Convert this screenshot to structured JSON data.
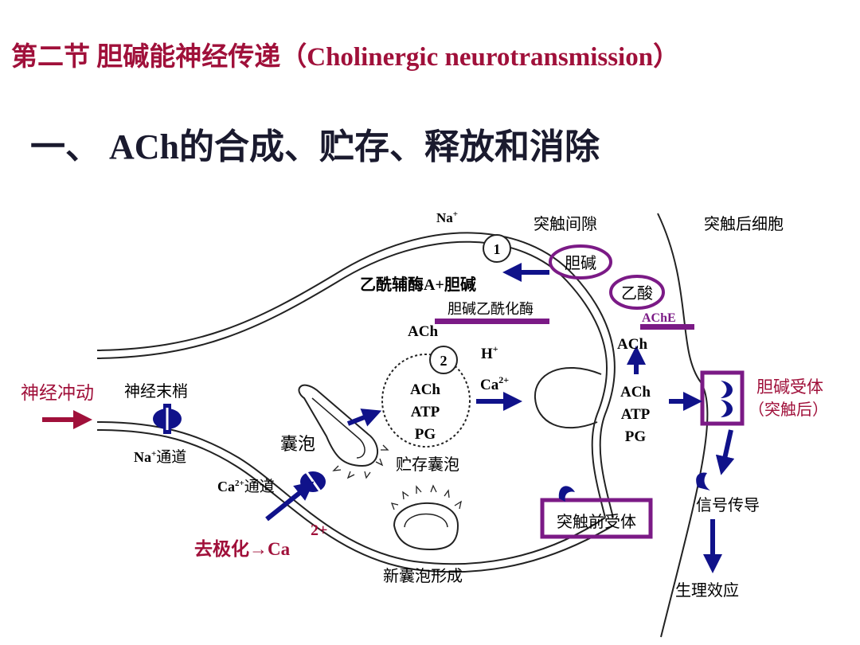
{
  "title": "第二节   胆碱能神经传递（Cholinergic neurotransmission）",
  "subtitle": "一、 ACh的合成、贮存、释放和消除",
  "colors": {
    "title": "#a0103a",
    "accent_red": "#a0103a",
    "arrow_blue": "#10128a",
    "purple": "#7b1a86",
    "text": "#000000"
  },
  "diagram": {
    "na_top": "Na",
    "na_top_sup": "+",
    "synaptic_cleft": "突触间隙",
    "postsynaptic_cell": "突触后细胞",
    "step1": "1",
    "step2": "2",
    "choline": "胆碱",
    "acetyl_coa_choline": "乙酰辅酶A+胆碱",
    "acetic_acid": "乙酸",
    "choline_acetylase": "胆碱乙酰化酶",
    "ache": "AChE",
    "ach_upper": "ACh",
    "ach_right_upper": "ACh",
    "h_ion": "H",
    "h_sup": "+",
    "ca_ion": "Ca",
    "ca_sup": "2+",
    "vesicle_ach": "ACh",
    "vesicle_atp": "ATP",
    "vesicle_pg": "PG",
    "released_ach": "ACh",
    "released_atp": "ATP",
    "released_pg": "PG",
    "nerve_impulse": "神经冲动",
    "nerve_terminal": "神经末梢",
    "na_channel": "通道",
    "na_channel_prefix": "Na",
    "na_channel_sup": "+",
    "vesicle": "囊泡",
    "storage_vesicle": "贮存囊泡",
    "ca_channel_prefix": "Ca",
    "ca_channel_sup": "2+",
    "ca_channel": "通道",
    "depolarization": "去极化→Ca",
    "depolarization_sup": "2+",
    "new_vesicle": "新囊泡形成",
    "presynaptic_receptor": "突触前受体",
    "choline_receptor": "胆碱受体",
    "choline_receptor_post": "（突触后）",
    "signal_transduction": "信号传导",
    "physiological_effect": "生理效应"
  }
}
